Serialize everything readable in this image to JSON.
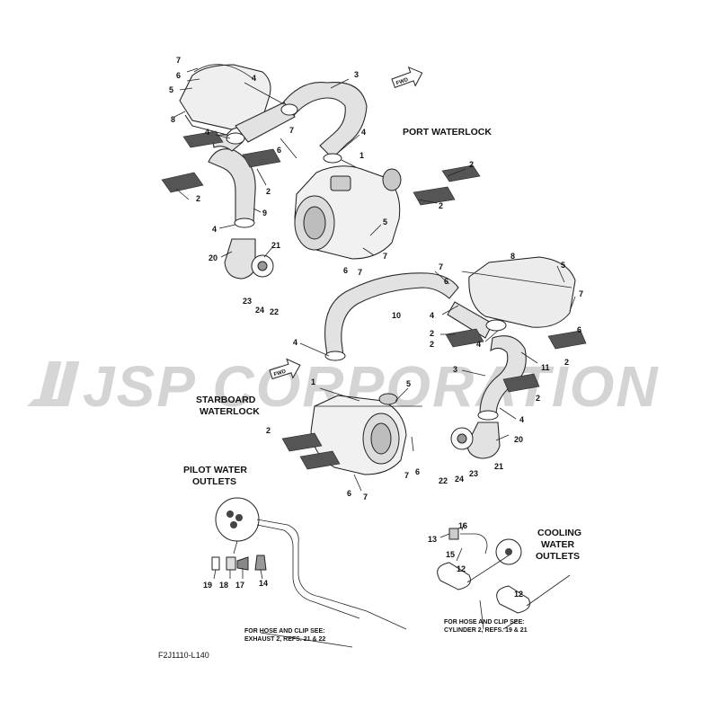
{
  "watermark": "JSP CORPORATION",
  "sections": {
    "port": "PORT WATERLOCK",
    "starboard": [
      "STARBOARD",
      "WATERLOCK"
    ],
    "pilot": [
      "PILOT WATER",
      "OUTLETS"
    ],
    "cooling": [
      "COOLING",
      "WATER",
      "OUTLETS"
    ]
  },
  "notes": {
    "left": [
      "FOR HOSE AND CLIP SEE:",
      "EXHAUST 2, REFS. 21 & 22"
    ],
    "right": [
      "FOR HOSE AND CLIP SEE:",
      "CYLINDER 2, REFS. 19 & 21"
    ]
  },
  "fwd_label": "FWD",
  "figure_code": "F2J1110-L140",
  "callouts": {
    "c01": "7",
    "c02": "6",
    "c03": "5",
    "c04": "8",
    "c05": "4",
    "c06": "3",
    "c07": "4",
    "c08": "7",
    "c09": "6",
    "c10": "4",
    "c11": "1",
    "c12": "2",
    "c13": "2",
    "c14": "2",
    "c15": "2",
    "c16": "9",
    "c17": "4",
    "c18": "20",
    "c19": "21",
    "c20": "23",
    "c21": "24",
    "c22": "22",
    "c23": "5",
    "c24": "7",
    "c25": "6",
    "c26": "7",
    "c27": "8",
    "c28": "5",
    "c29": "7",
    "c30": "6",
    "c31": "7",
    "c32": "4",
    "c33": "10",
    "c34": "4",
    "c35": "2",
    "c36": "2",
    "c37": "4",
    "c38": "11",
    "c39": "6",
    "c40": "2",
    "c41": "3",
    "c42": "2",
    "c43": "4",
    "c44": "1",
    "c45": "5",
    "c46": "20",
    "c47": "7",
    "c48": "6",
    "c49": "21",
    "c50": "22",
    "c51": "24",
    "c52": "23",
    "c53": "2",
    "c54": "6",
    "c55": "7",
    "c56": "19",
    "c57": "18",
    "c58": "17",
    "c59": "14",
    "c60": "13",
    "c61": "16",
    "c62": "15",
    "c63": "12",
    "c64": "12"
  }
}
